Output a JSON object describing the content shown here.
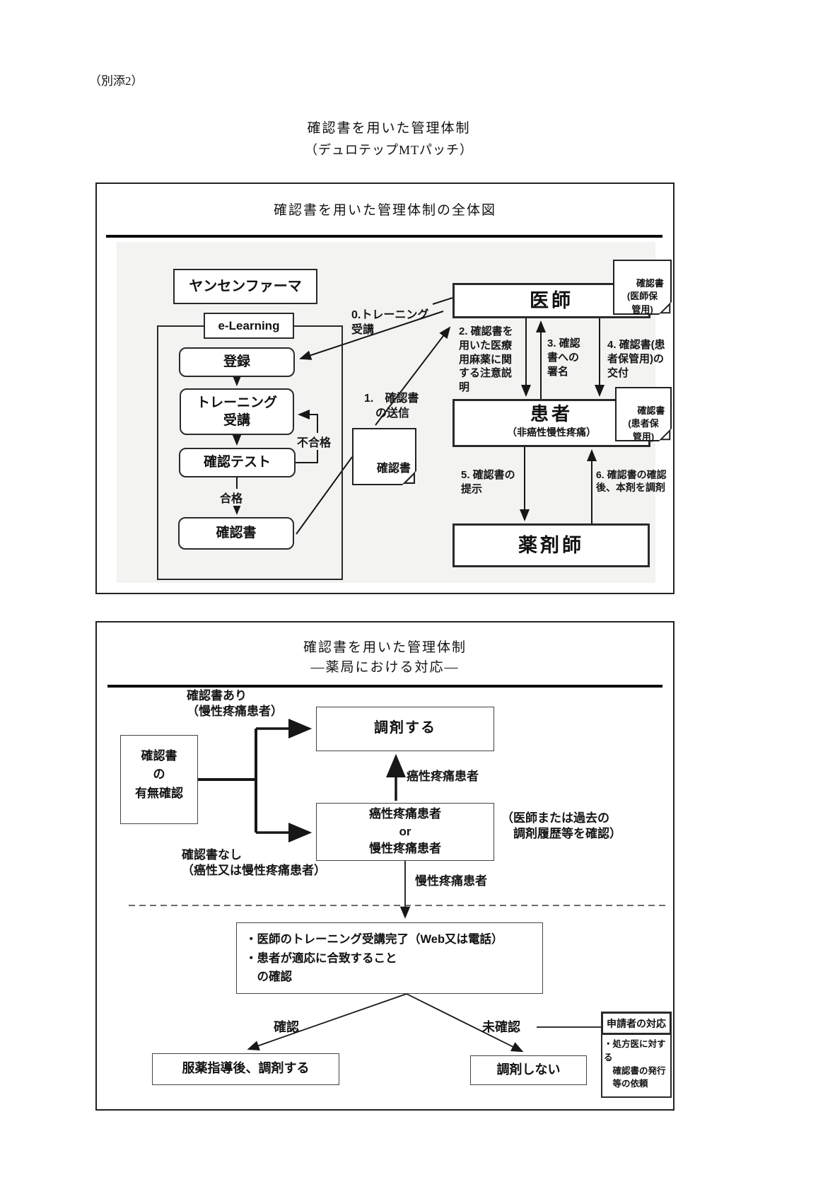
{
  "page": {
    "attachment_label": "（別添2）",
    "header_title": "確認書を用いた管理体制",
    "header_subtitle": "（デュロテップMTパッチ）"
  },
  "figure1": {
    "title": "確認書を用いた管理体制の全体図",
    "company": "ヤンセンファーマ",
    "elearning": "e-Learning",
    "flow": {
      "register": "登録",
      "training": "トレーニング\n受講",
      "test": "確認テスト",
      "pass": "合格",
      "fail": "不合格",
      "certificate": "確認書"
    },
    "step_labels": {
      "step0": "0.トレーニング\n受講",
      "step1": "1.　確認書\n　の送信",
      "step2": "2. 確認書を\n用いた医療\n用麻薬に関\nする注意説\n明",
      "step3": "3. 確認\n書への\n署名",
      "step4": "4. 確認書(患\n者保管用)の\n交付",
      "step5": "5. 確認書の\n提示",
      "step6": "6. 確認書の確認\n後、本剤を調剤"
    },
    "actors": {
      "doctor": "医師",
      "patient": "患者",
      "patient_sub": "（非癌性慢性疼痛）",
      "pharmacist": "薬剤師"
    },
    "documents": {
      "confirmation": "確認書",
      "doctor_copy": "確認書\n(医師保\n管用)",
      "patient_copy": "確認書\n(患者保\n管用)"
    }
  },
  "figure2": {
    "title": "確認書を用いた管理体制",
    "subtitle": "―薬局における対応―",
    "check_box": "確認書\nの\n有無確認",
    "with_doc": "確認書あり\n（慢性疼痛患者）",
    "without_doc": "確認書なし\n（癌性又は慢性疼痛患者）",
    "dispense_box": "調剤する",
    "or_box": "癌性疼痛患者\nor\n慢性疼痛患者",
    "cancer_label": "癌性疼痛患者",
    "chronic_label": "慢性疼痛患者",
    "note": "（医師または過去の\n　調剤履歴等を確認）",
    "criteria": "・医師のトレーニング受講完了（Web又は電話）\n・患者が適応に合致すること\n　の確認",
    "confirmed": "確認",
    "unconfirmed": "未確認",
    "dispense_after": "服薬指導後、調剤する",
    "no_dispense": "調剤しない",
    "applicant_header": "申請者の対応",
    "applicant_body": "・処方医に対する\n　確認書の発行\n　等の依頼"
  }
}
